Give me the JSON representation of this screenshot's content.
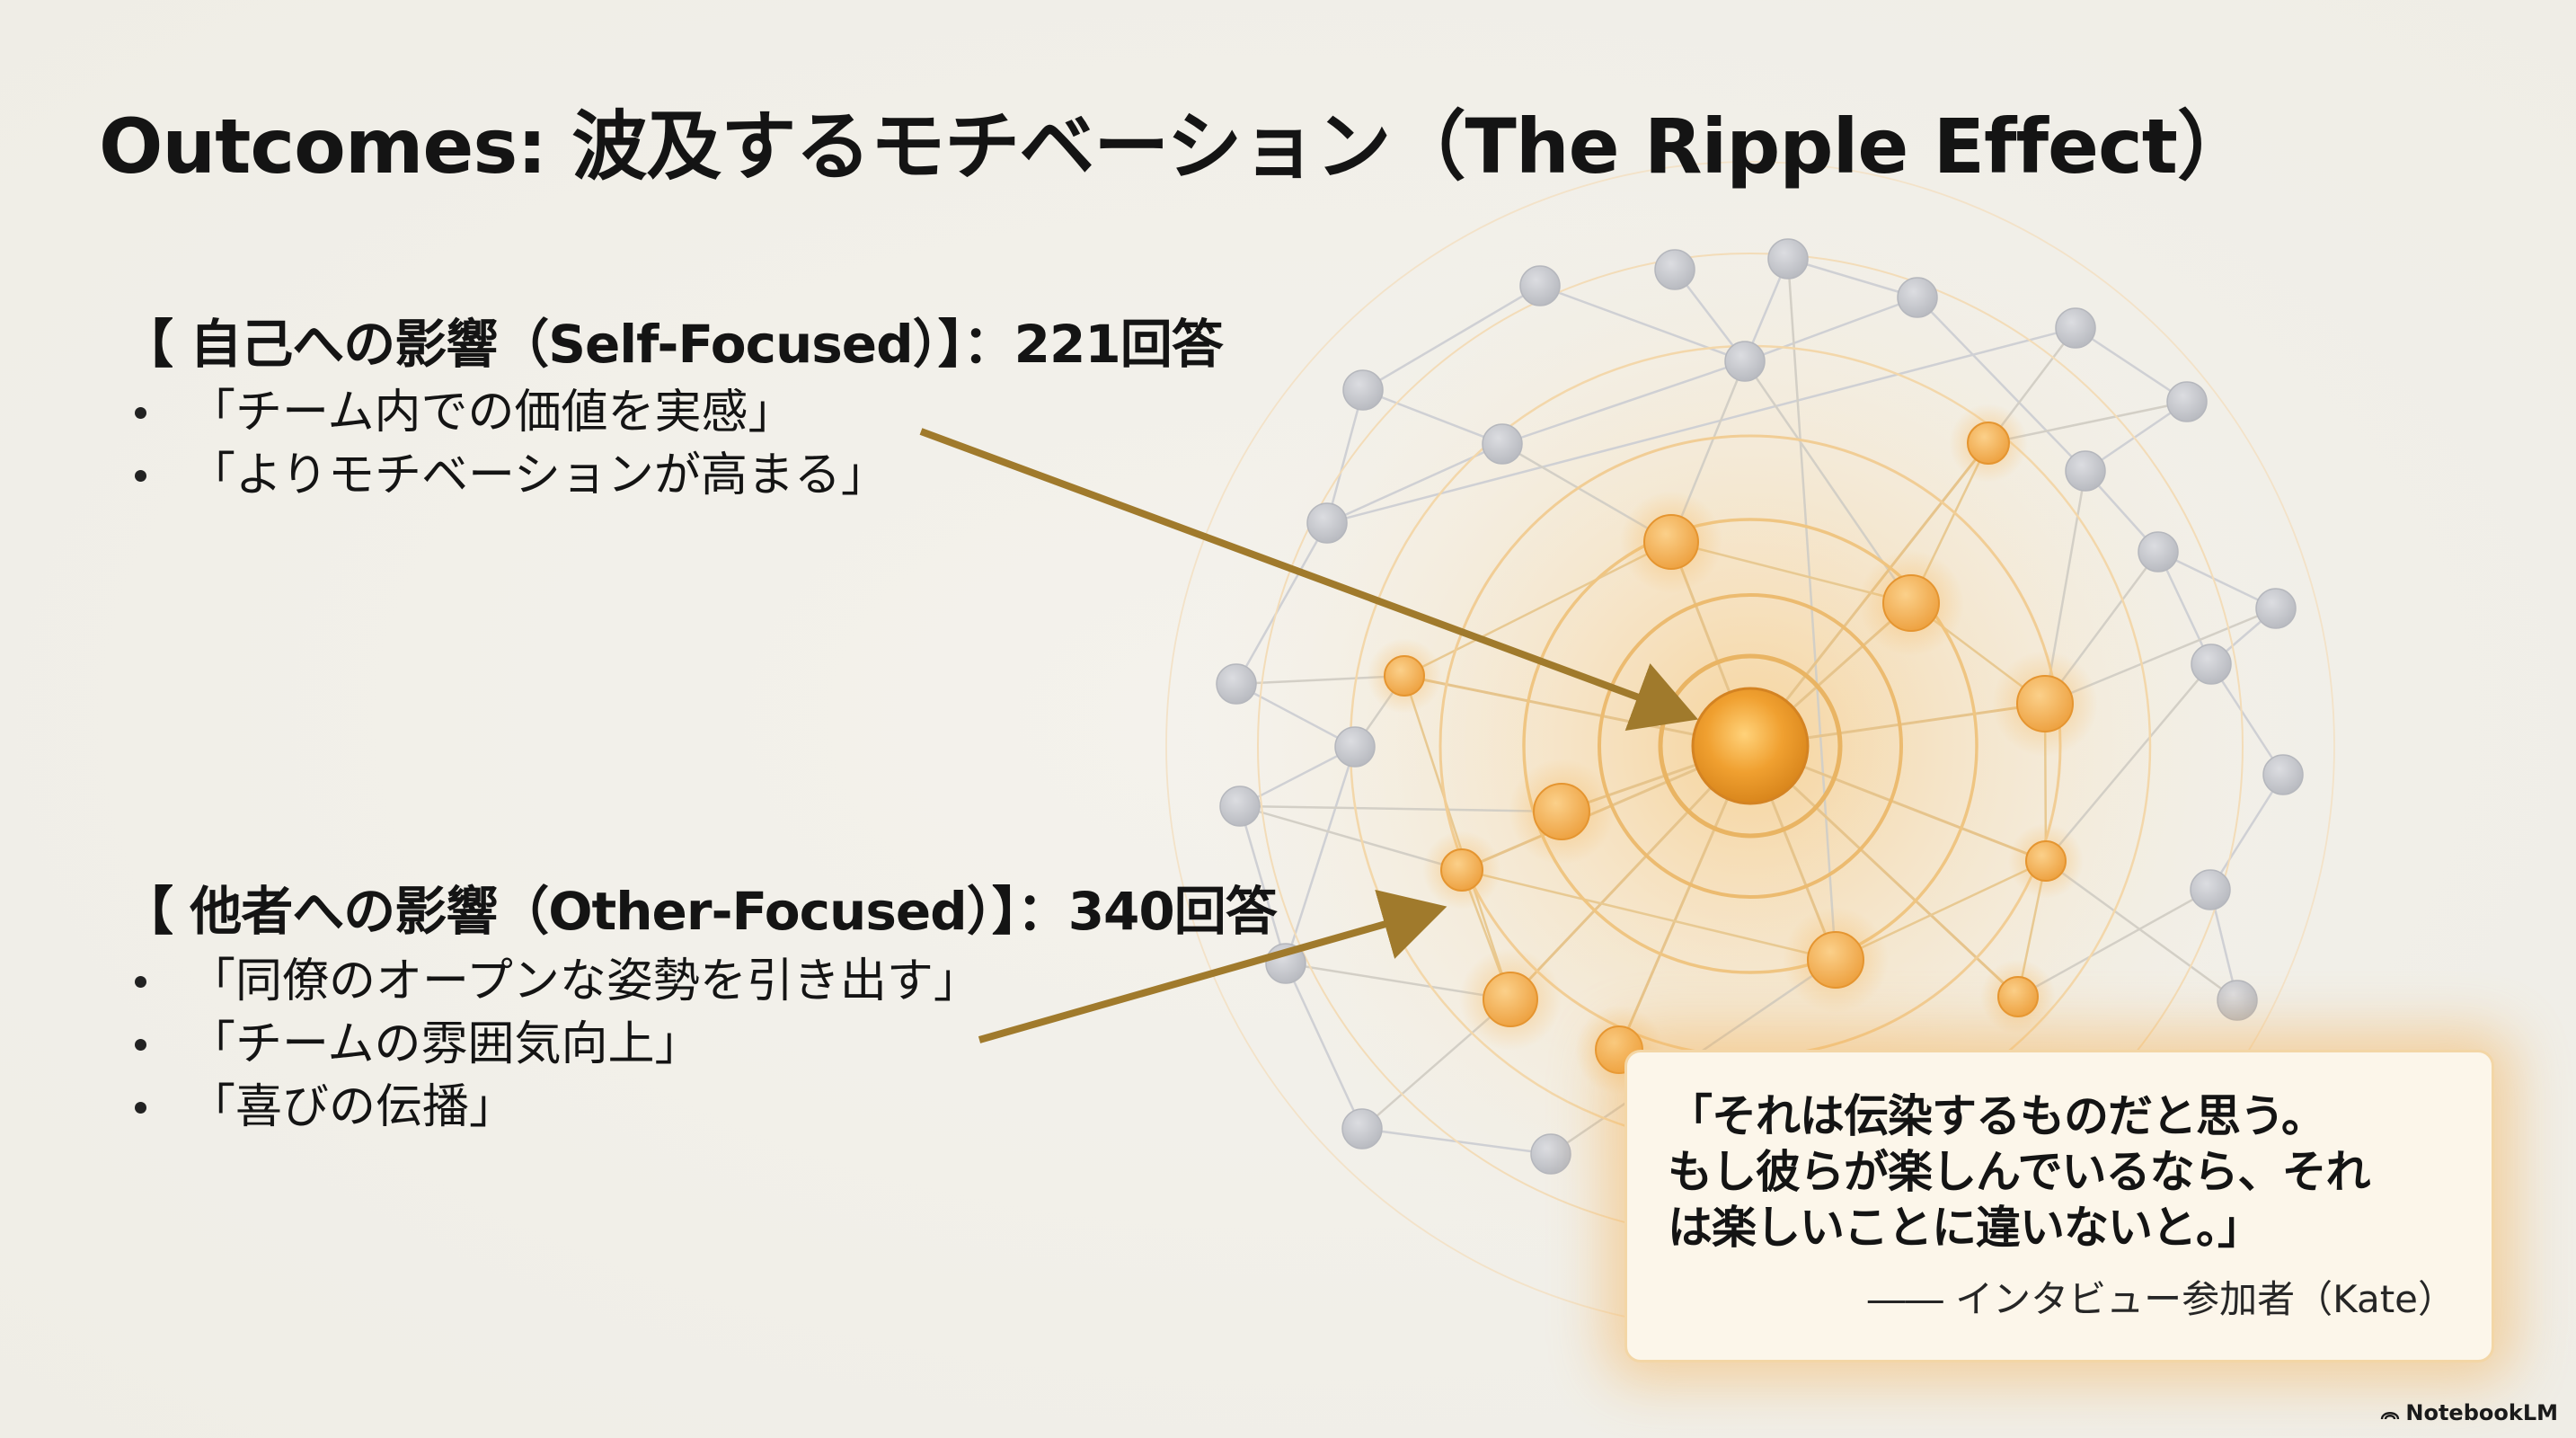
{
  "title": "Outcomes: 波及するモチベーション（The Ripple Effect）",
  "self_section": {
    "heading": "【 自己への影響（Self-Focused）】：221回答",
    "bullets": [
      "「チーム内での価値を実感」",
      "「よりモチベーションが高まる」"
    ]
  },
  "other_section": {
    "heading": "【 他者への影響（Other-Focused）】：340回答",
    "bullets": [
      "「同僚のオープンな姿勢を引き出す」",
      "「チームの雰囲気向上」",
      "「喜びの伝播」"
    ]
  },
  "quote": {
    "text": "「それは伝染するものだと思う。\nもし彼らが楽しんでいるなら、それ\nは楽しいことに違いないと。」",
    "attribution": "―― インタビュー参加者（Kate）"
  },
  "brand": {
    "label": "NotebookLM",
    "icon": "notebooklm-logo-icon"
  },
  "colors": {
    "accent": "#f0a030",
    "node_gray": "#c6c8cd",
    "arrow": "#a07a2c"
  }
}
